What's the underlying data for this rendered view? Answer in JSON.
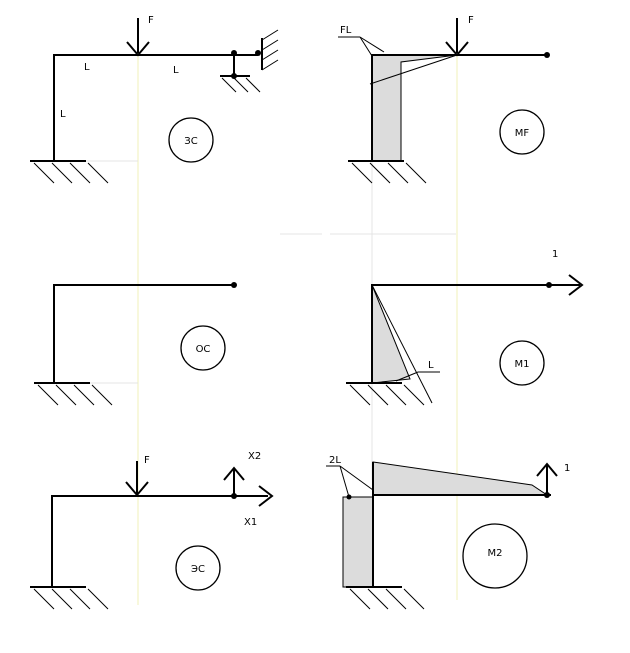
{
  "labels": {
    "force_F": "F",
    "length_L": "L",
    "FL": "FL",
    "unit_1": "1",
    "twoL": "2L",
    "X1": "X1",
    "X2": "X2"
  },
  "panels": {
    "zs_top": "ЗС",
    "mf": "MF",
    "os": "ОС",
    "m1": "M1",
    "es": "ЭС",
    "m2": "M2"
  }
}
